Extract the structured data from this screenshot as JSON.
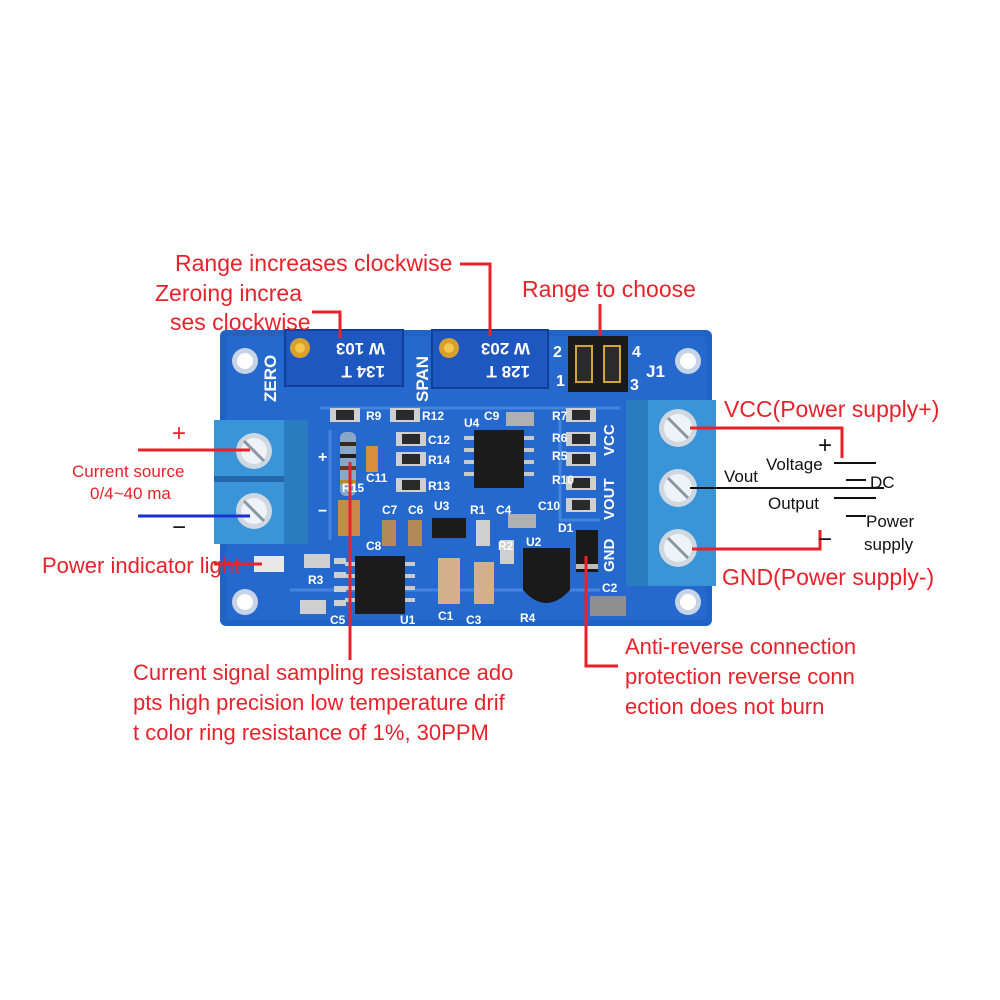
{
  "annotations": {
    "range_clockwise": "Range increases clockwise",
    "zeroing_line1": "Zeroing increa",
    "zeroing_line2": "ses clockwise",
    "range_choose": "Range to choose",
    "vcc": "VCC(Power supply+)",
    "gnd": "GND(Power supply-)",
    "plus_left": "+",
    "minus_left": "−",
    "current_source_line1": "Current source",
    "current_source_line2": "0/4~40 ma",
    "power_indicator": "Power indicator light",
    "sampling_line1": "Current signal sampling resistance ado",
    "sampling_line2": "pts high precision low temperature drif",
    "sampling_line3": "t color ring resistance of 1%, 30PPM",
    "anti_line1": "Anti-reverse connection",
    "anti_line2": "protection reverse conn",
    "anti_line3": "ection does not burn",
    "vout": "Vout",
    "voltage": "Voltage",
    "output": "Output",
    "dc": "DC",
    "power": "Power",
    "supply": "supply",
    "plus_right": "+",
    "minus_right": "−"
  },
  "pcb": {
    "zero": "ZERO",
    "span": "SPAN",
    "j1": "J1",
    "vcc": "VCC",
    "vout": "VOUT",
    "gnd": "GND",
    "pot1_top": "W 103",
    "pot1_bottom": "134 T",
    "pot2_top": "W 203",
    "pot2_bottom": "128 T",
    "jumper_pins": [
      "2",
      "4",
      "1",
      "3"
    ],
    "refs": [
      "R9",
      "R12",
      "C9",
      "U4",
      "C12",
      "R14",
      "R13",
      "R15",
      "C11",
      "R7",
      "R6",
      "R5",
      "R10",
      "C10",
      "D1",
      "U2",
      "R2",
      "R1",
      "C4",
      "U3",
      "C7",
      "C6",
      "C8",
      "R3",
      "C5",
      "U1",
      "C1",
      "C3",
      "R4",
      "C2"
    ],
    "plus": "+",
    "minus": "−"
  },
  "colors": {
    "accent": "#e8222a",
    "board": "#1f63c9",
    "terminal": "#3b94d6",
    "wire_blue": "#1a2fd6"
  }
}
